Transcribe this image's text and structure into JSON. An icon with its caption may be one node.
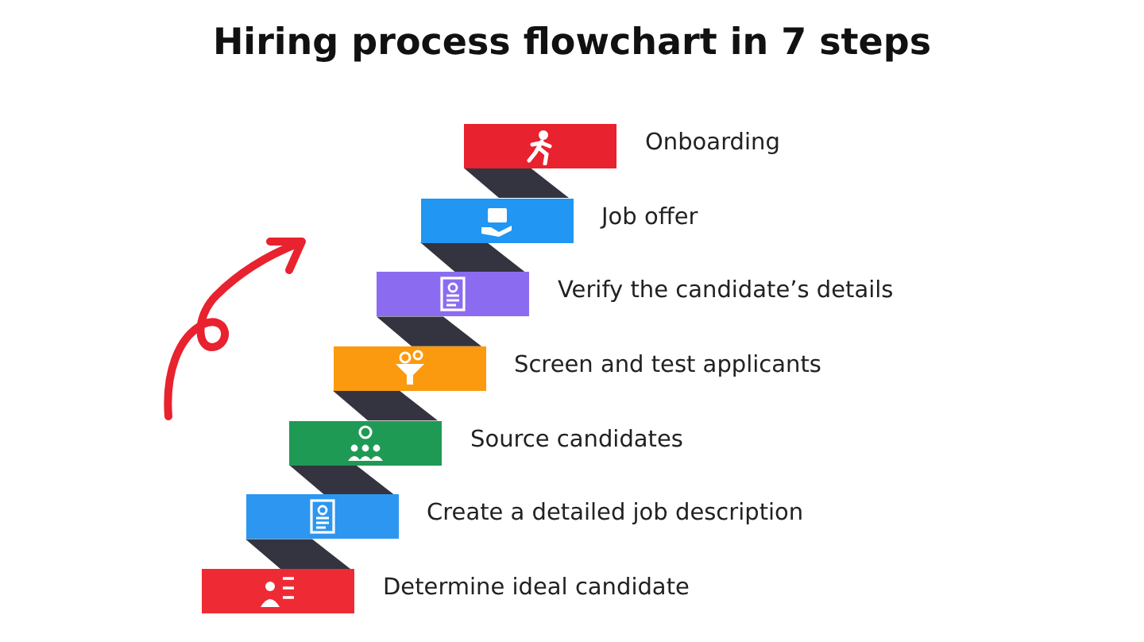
{
  "diagram": {
    "title": "Hiring process flowchart in 7 steps",
    "nodes": [
      {
        "text": [
          "Onboarding"
        ]
      },
      {
        "text": [
          "Job offer"
        ]
      },
      {
        "text": [
          "Verify the candidate’s details"
        ]
      },
      {
        "text": [
          "Screen and test applicants"
        ]
      },
      {
        "text": [
          "Source candidates"
        ]
      },
      {
        "text": [
          "Create a detailed job description"
        ]
      },
      {
        "text": [
          "Determine ideal candidate"
        ]
      }
    ],
    "edges": [
      {
        "from": 6,
        "to": 5,
        "arrow": "none"
      },
      {
        "from": 5,
        "to": 4,
        "arrow": "none"
      },
      {
        "from": 4,
        "to": 3,
        "arrow": "none"
      },
      {
        "from": 3,
        "to": 2,
        "arrow": "none"
      },
      {
        "from": 2,
        "to": 1,
        "arrow": "none"
      },
      {
        "from": 1,
        "to": 0,
        "arrow": "none"
      }
    ]
  }
}
